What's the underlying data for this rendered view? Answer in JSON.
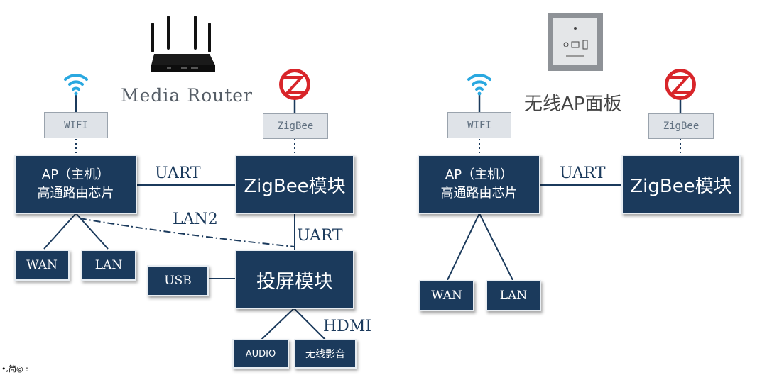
{
  "left": {
    "title": "Media Router",
    "wifi_label": "WIFI",
    "zigbee_label": "ZigBee",
    "ap_line1": "AP（主机）",
    "ap_line2": "高通路由芯片",
    "zigbee_module": "ZigBee模块",
    "uart_top": "UART",
    "uart_vertical": "UART",
    "lan2": "LAN2",
    "wan": "WAN",
    "lan": "LAN",
    "usb": "USB",
    "projection_module": "投屏模块",
    "hdmi": "HDMI",
    "audio": "AUDIO",
    "wireless_av": "无线影音"
  },
  "right": {
    "title": "无线AP面板",
    "wifi_label": "WIFI",
    "zigbee_label": "ZigBee",
    "ap_line1": "AP（主机）",
    "ap_line2": "高通路由芯片",
    "zigbee_module": "ZigBee模块",
    "uart": "UART",
    "wan": "WAN",
    "lan": "LAN"
  },
  "footer": {
    "text": "•,简◎ :"
  },
  "colors": {
    "box": "#1b3a5c",
    "line": "#1b3a5c",
    "wifi": "#2aa8e0",
    "zigbee": "#d8252a"
  },
  "icons": [
    "router-icon",
    "wall-panel-icon",
    "wifi-icon",
    "zigbee-logo-icon"
  ]
}
